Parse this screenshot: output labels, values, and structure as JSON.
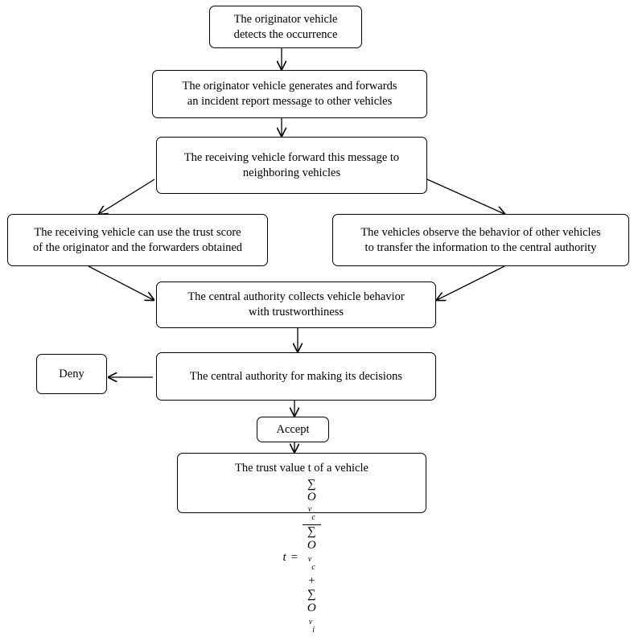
{
  "nodes": {
    "detect": [
      "The originator vehicle",
      "detects the occurrence"
    ],
    "generate": [
      "The originator vehicle generates and forwards",
      "an incident report message to other vehicles"
    ],
    "forward": [
      "The receiving vehicle forward this message to",
      "neighboring vehicles"
    ],
    "trust_score": [
      "The receiving vehicle can use the trust score",
      "of the originator and the forwarders obtained"
    ],
    "observe": [
      "The vehicles observe the behavior of other vehicles",
      "to transfer the information to the central authority"
    ],
    "collect": [
      "The central authority collects vehicle behavior",
      "with trustworthiness"
    ],
    "decide": "The central authority for making its decisions",
    "deny": "Deny",
    "accept": "Accept",
    "trust_value": {
      "title": "The trust value t of a vehicle",
      "formula": {
        "lhs": "t",
        "equals": "=",
        "sum": "∑",
        "plus": "+",
        "O": "O",
        "sup": "v",
        "sub_c": "c",
        "sub_i": "i"
      }
    }
  },
  "edges": [
    {
      "from": "detect",
      "to": "generate"
    },
    {
      "from": "generate",
      "to": "forward"
    },
    {
      "from": "forward",
      "to": "trust_score"
    },
    {
      "from": "forward",
      "to": "observe"
    },
    {
      "from": "trust_score",
      "to": "collect"
    },
    {
      "from": "observe",
      "to": "collect"
    },
    {
      "from": "collect",
      "to": "decide"
    },
    {
      "from": "decide",
      "to": "deny"
    },
    {
      "from": "decide",
      "to": "accept"
    },
    {
      "from": "accept",
      "to": "trust_value"
    }
  ],
  "colors": {
    "stroke": "#000000",
    "fill": "#ffffff",
    "text": "#000000"
  }
}
